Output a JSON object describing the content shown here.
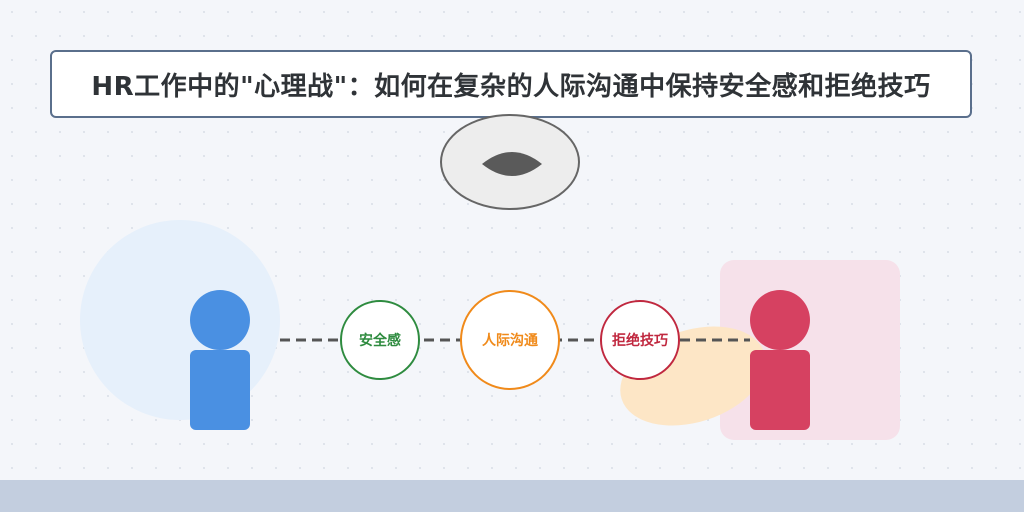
{
  "title": "HR工作中的\"心理战\"：如何在复杂的人际沟通中保持安全感和拒绝技巧",
  "nodes": {
    "safety": "安全感",
    "communication": "人际沟通",
    "refusal": "拒绝技巧"
  },
  "colors": {
    "background": "#f4f6fa",
    "person_left": "#4a90e2",
    "person_right": "#d64161",
    "safety": "#2e8b3f",
    "communication": "#f08a1a",
    "refusal": "#c0283f",
    "ground": "#c3cedf"
  },
  "icons": [
    "eye-icon",
    "person-left-figure",
    "person-right-figure"
  ]
}
